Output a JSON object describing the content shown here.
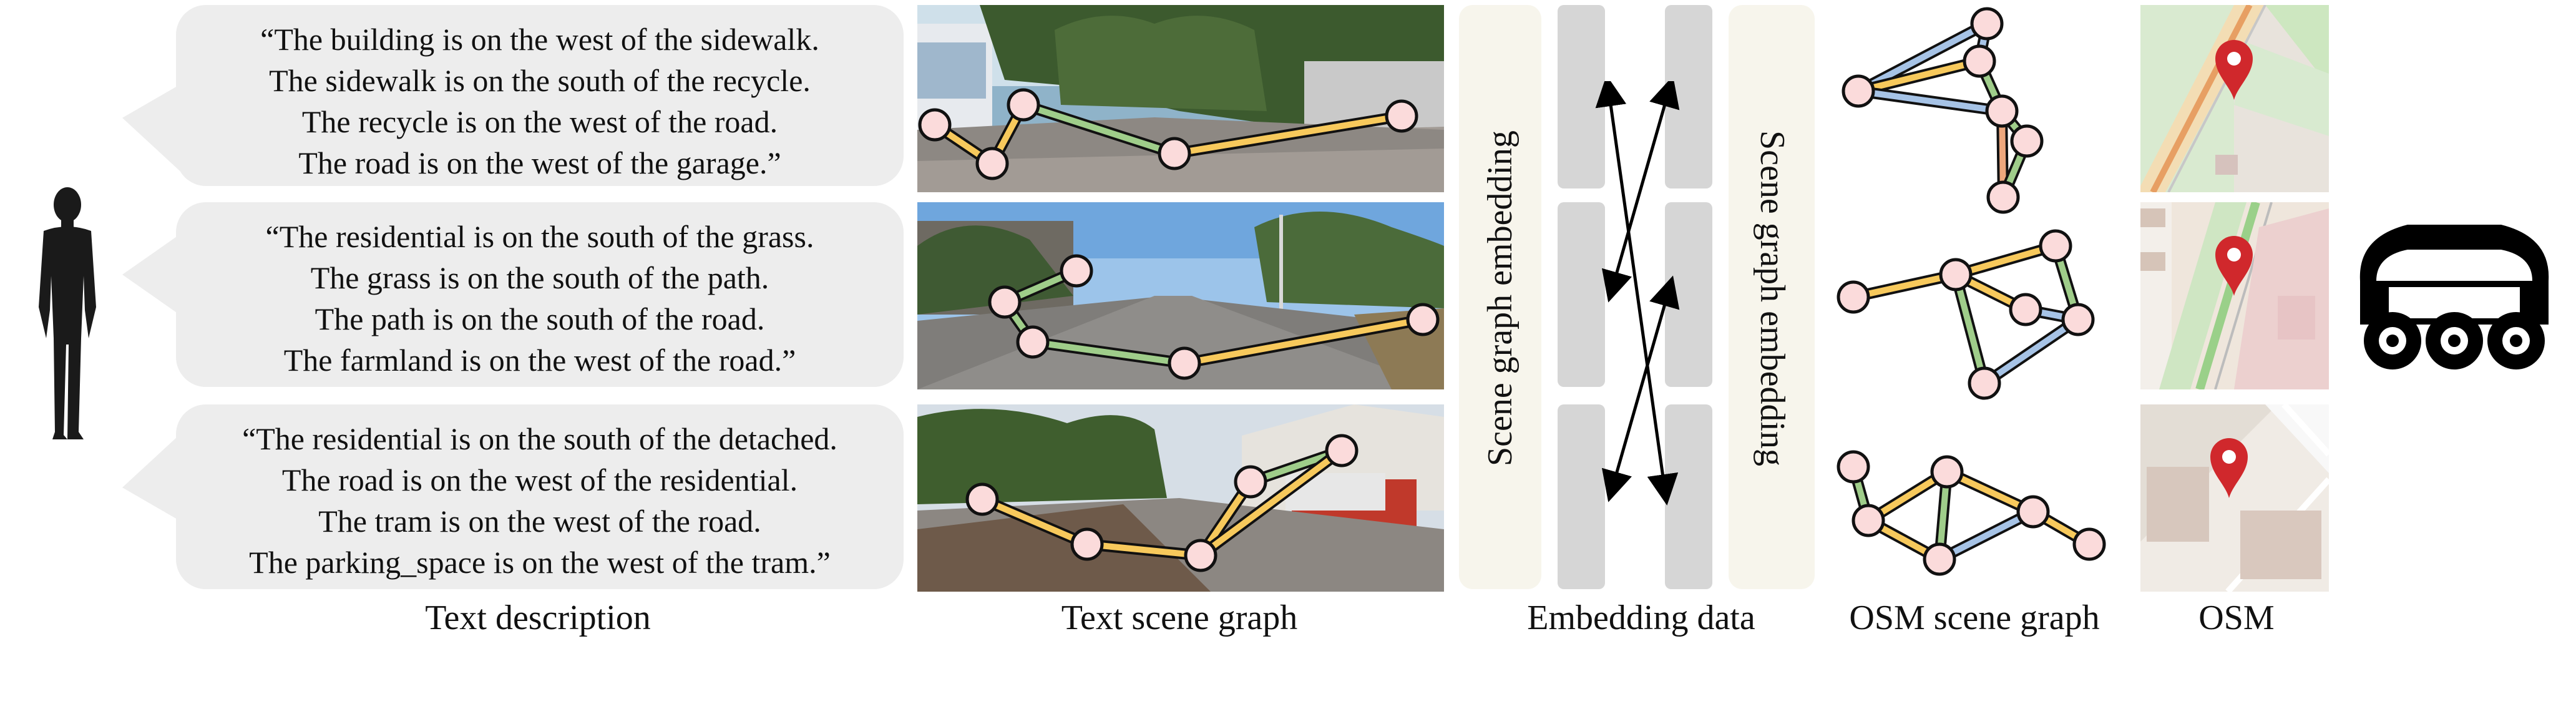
{
  "descriptions": [
    {
      "lines": [
        "“The building is on the west of the sidewalk.",
        "The sidewalk is on the south of the recycle.",
        "The recycle is on the west of the road.",
        "The road is on the west of the garage.”"
      ]
    },
    {
      "lines": [
        "“The residential is on the south of the grass.",
        "The grass is on the south of the path.",
        "The path is on the south of the road.",
        "The farmland is on the west of the road.”"
      ]
    },
    {
      "lines": [
        "“The residential is on the south of the detached.",
        "The road is on the west of the residential.",
        "The tram is on the west of the road.",
        "The parking_space is on the west of the tram.”"
      ]
    }
  ],
  "embedding": {
    "left_label": "Scene graph embedding",
    "right_label": "Scene graph embedding"
  },
  "captions": {
    "text_description": "Text description",
    "text_scene_graph": "Text scene graph",
    "embedding_data": "Embedding data",
    "osm_scene_graph": "OSM scene graph",
    "osm": "OSM"
  },
  "icons": {
    "person": "person-silhouette-icon",
    "robot": "delivery-robot-icon",
    "pin": "map-pin-icon"
  },
  "colors": {
    "bubble": "#ededed",
    "node_fill": "#fbdbdb",
    "edge_yellow": "#f7c95c",
    "edge_green": "#9fcd8a",
    "edge_blue": "#a6c3e6",
    "edge_orange": "#eda77d",
    "embed_panel": "#f7f5ec",
    "embed_bar": "#d6d6d6",
    "pin_red": "#d0282c"
  }
}
